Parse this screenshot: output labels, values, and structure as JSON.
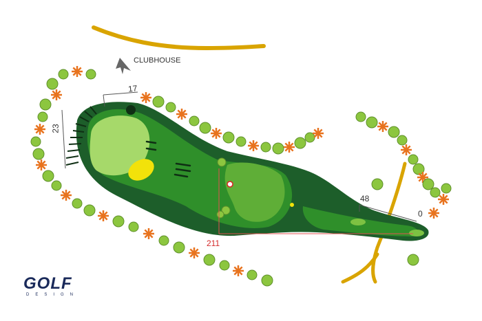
{
  "map": {
    "clubhouse_label": "CLUBHOUSE",
    "distances": {
      "green_width": "17",
      "green_depth": "23",
      "total": "211",
      "to_marker": "48",
      "zero": "0"
    },
    "logo": {
      "word": "GOLF",
      "sub": "DESIGN"
    },
    "colors": {
      "rough": "#1d5e2a",
      "fairway": "#2f8f2a",
      "fairway_light": "#7dc242",
      "green": "#a6d96a",
      "bunker": "#f2e20a",
      "path": "#d9a400",
      "tree_green": "#8cc63f",
      "tree_orange": "#e8731e",
      "measure": "#e05050"
    }
  }
}
